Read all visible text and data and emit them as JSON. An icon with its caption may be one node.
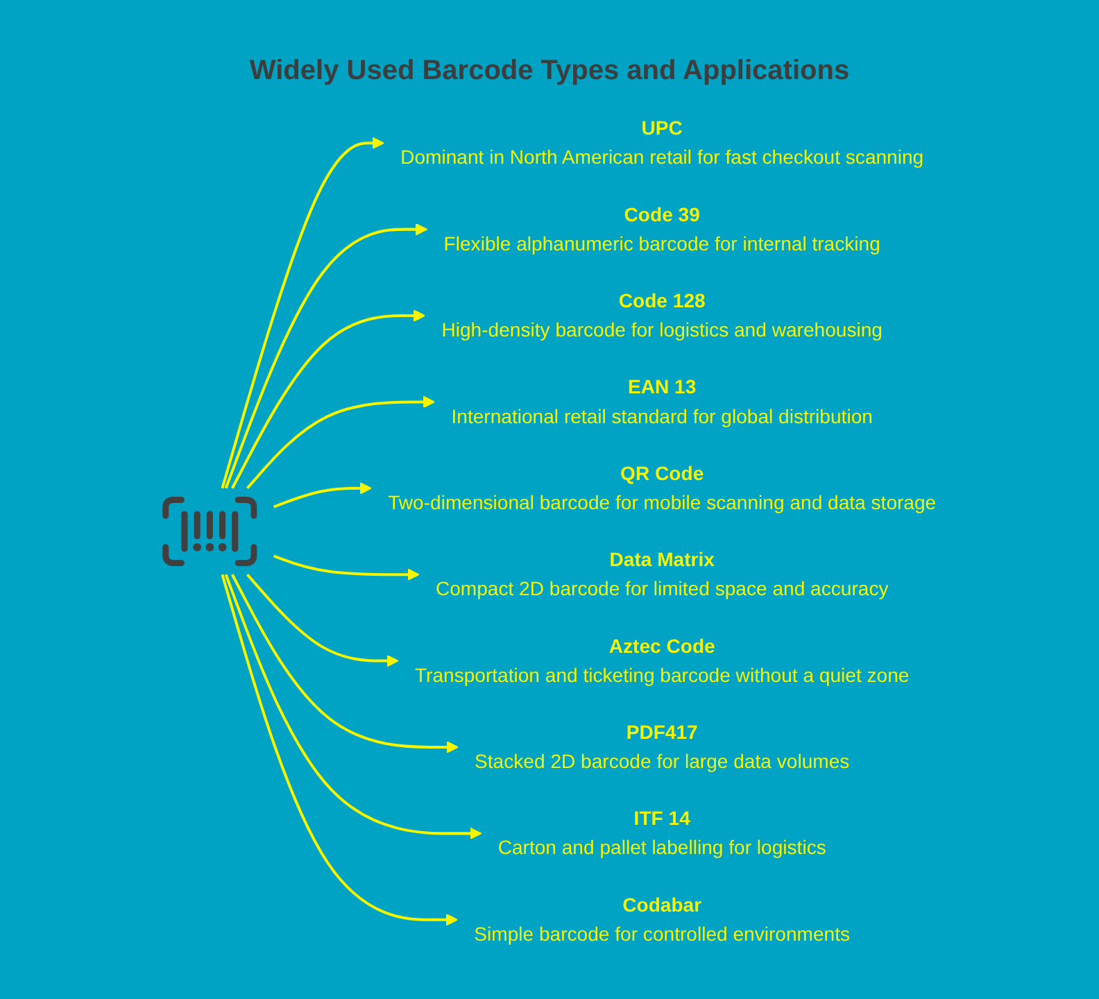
{
  "diagram": {
    "title": "Widely Used Barcode Types and Applications",
    "nodes": [
      {
        "text": [],
        "shape": "picture"
      },
      {
        "text": [
          "UPC",
          "Dominant in North American retail for fast checkout scanning"
        ]
      },
      {
        "text": [
          "Code 39",
          "Flexible alphanumeric barcode for internal tracking"
        ]
      },
      {
        "text": [
          "Code 128",
          "High-density barcode for logistics and warehousing"
        ]
      },
      {
        "text": [
          "EAN 13",
          "International retail standard for global distribution"
        ]
      },
      {
        "text": [
          "QR Code",
          "Two-dimensional barcode for mobile scanning and data storage"
        ]
      },
      {
        "text": [
          "Data Matrix",
          "Compact 2D barcode for limited space and accuracy"
        ]
      },
      {
        "text": [
          "Aztec Code",
          "Transportation and ticketing barcode without a quiet zone"
        ]
      },
      {
        "text": [
          "PDF417",
          "Stacked 2D barcode for large data volumes"
        ]
      },
      {
        "text": [
          "ITF 14",
          "Carton and pallet labelling for logistics"
        ]
      },
      {
        "text": [
          "Codabar",
          "Simple barcode for controlled environments"
        ]
      }
    ],
    "edges": [
      {
        "from": 0,
        "to": 1,
        "arrow": "to"
      },
      {
        "from": 0,
        "to": 2,
        "arrow": "to"
      },
      {
        "from": 0,
        "to": 3,
        "arrow": "to"
      },
      {
        "from": 0,
        "to": 4,
        "arrow": "to"
      },
      {
        "from": 0,
        "to": 5,
        "arrow": "to"
      },
      {
        "from": 0,
        "to": 6,
        "arrow": "to"
      },
      {
        "from": 0,
        "to": 7,
        "arrow": "to"
      },
      {
        "from": 0,
        "to": 8,
        "arrow": "to"
      },
      {
        "from": 0,
        "to": 9,
        "arrow": "to"
      },
      {
        "from": 0,
        "to": 10,
        "arrow": "to"
      }
    ]
  }
}
